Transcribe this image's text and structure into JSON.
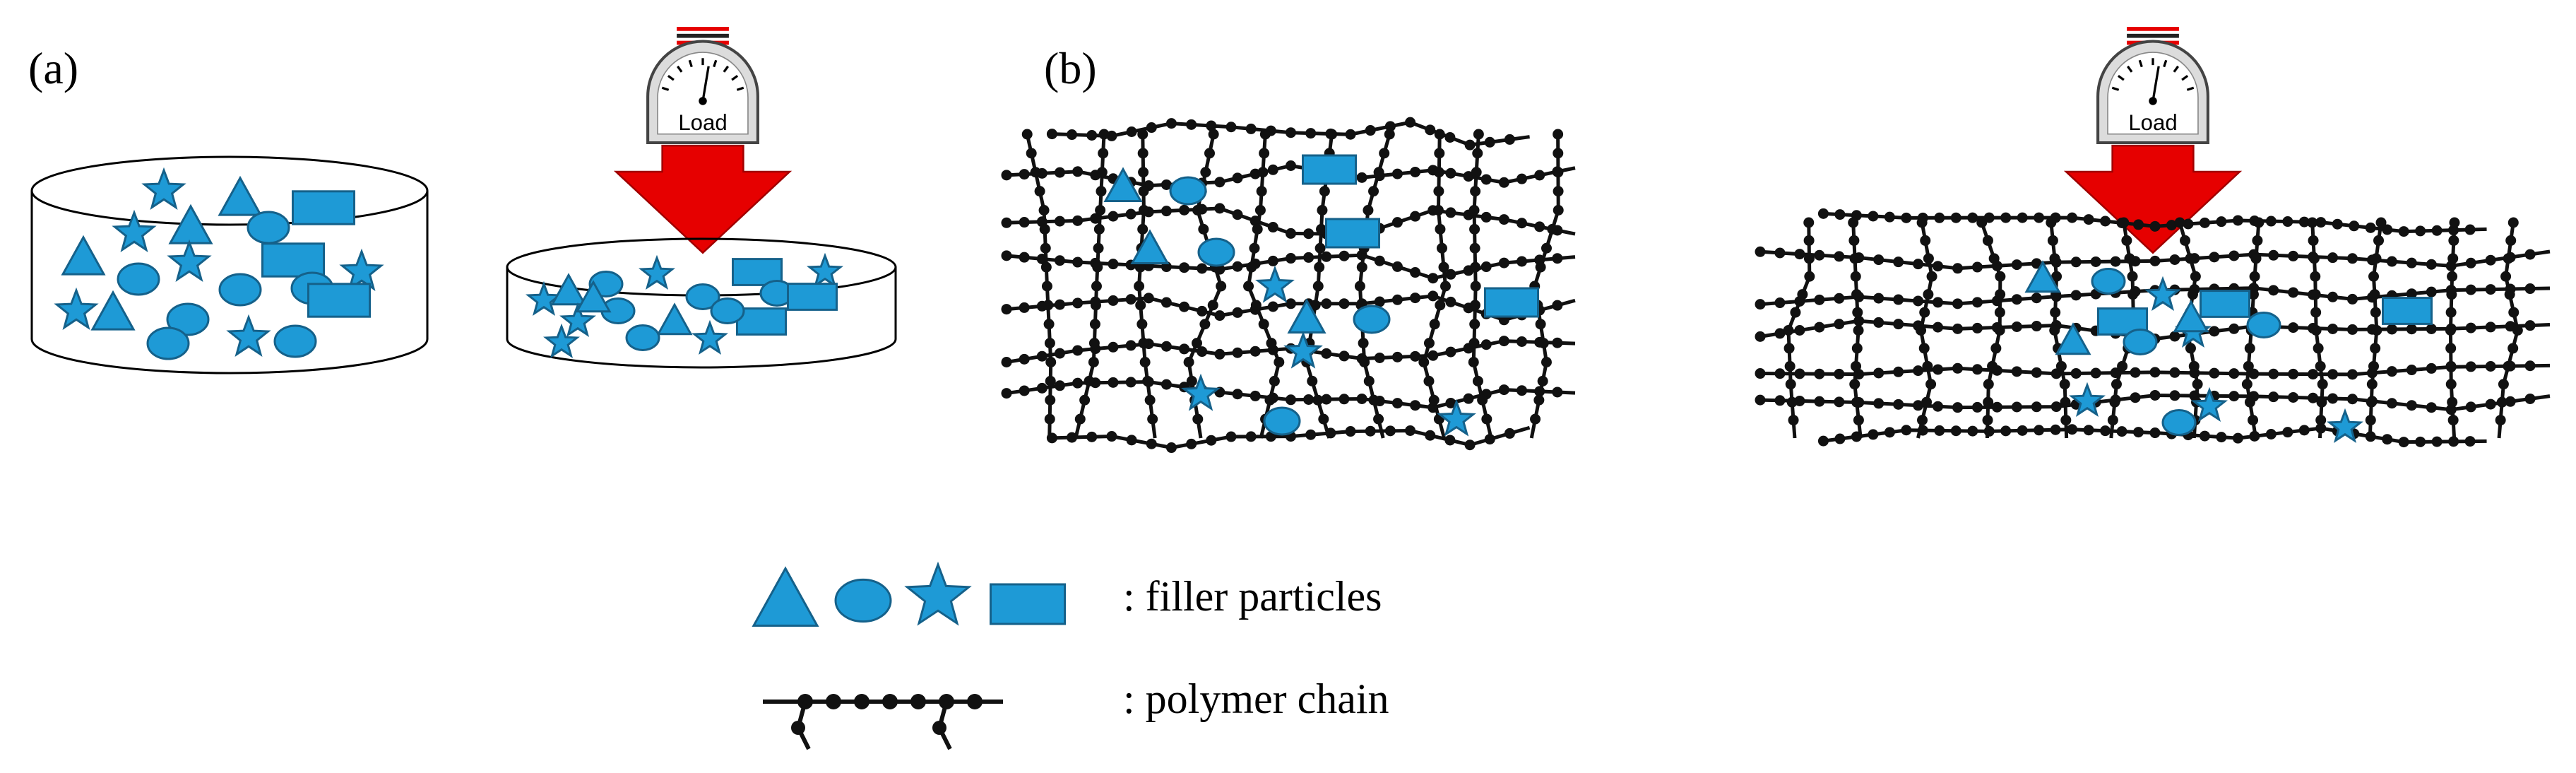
{
  "panels": {
    "a_label": "(a)",
    "b_label": "(b)"
  },
  "gauge": {
    "label": "Load"
  },
  "legend": {
    "filler_text": ": filler particles",
    "polymer_text": ": polymer chain"
  },
  "colors": {
    "filler": "#1e9ad6",
    "filler_stroke": "#15618a",
    "arrow": "#e60000",
    "chain": "#111111"
  },
  "icons": [
    "triangle-icon",
    "ellipse-icon",
    "star-icon",
    "rectangle-icon",
    "gauge-icon",
    "down-arrow-icon"
  ]
}
